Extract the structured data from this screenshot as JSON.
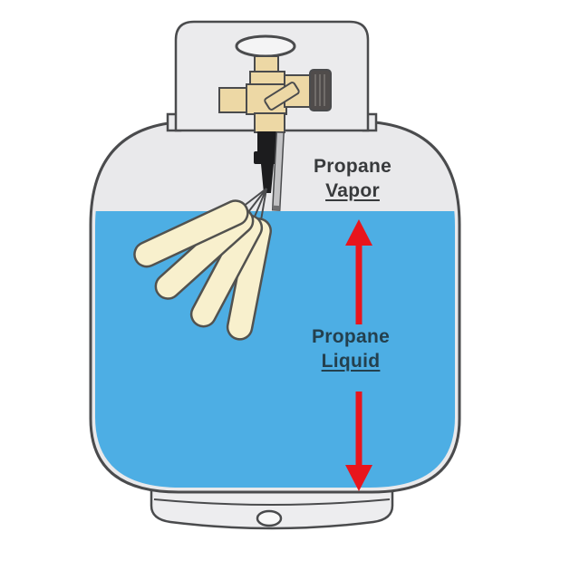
{
  "diagram": {
    "type": "propane-tank-cutaway",
    "labels": {
      "vapor": {
        "line1": "Propane",
        "line2": "Vapor"
      },
      "liquid": {
        "line1": "Propane",
        "line2": "Liquid"
      }
    },
    "parts": [
      "tank-body",
      "collar-guard",
      "valve-handwheel",
      "valve-body",
      "outlet-cap",
      "valve-stem",
      "dip-tube",
      "float-gauge-arms",
      "liquid-fill",
      "vapor-space",
      "up-arrow",
      "down-arrow",
      "foot-ring",
      "drain-hole"
    ],
    "colors": {
      "background": "#ffffff",
      "liquid-blue": "#4DAEE4",
      "tank-gray": "#E9E9EB",
      "collar-gray": "#EBEBED",
      "foot-gray": "#EDEDEF",
      "outline": "#4A4B4D",
      "brass": "#EDD8A5",
      "float-cream": "#F8F0CD",
      "cap-dark": "#504C4B",
      "stem-black": "#1C1C1E",
      "dip-tube-gray": "#C2C2C4",
      "handwheel-white": "#F4F4F5",
      "arrow-red": "#E8151C",
      "vapor-text": "#383A3C",
      "liquid-text": "#24404E"
    }
  }
}
